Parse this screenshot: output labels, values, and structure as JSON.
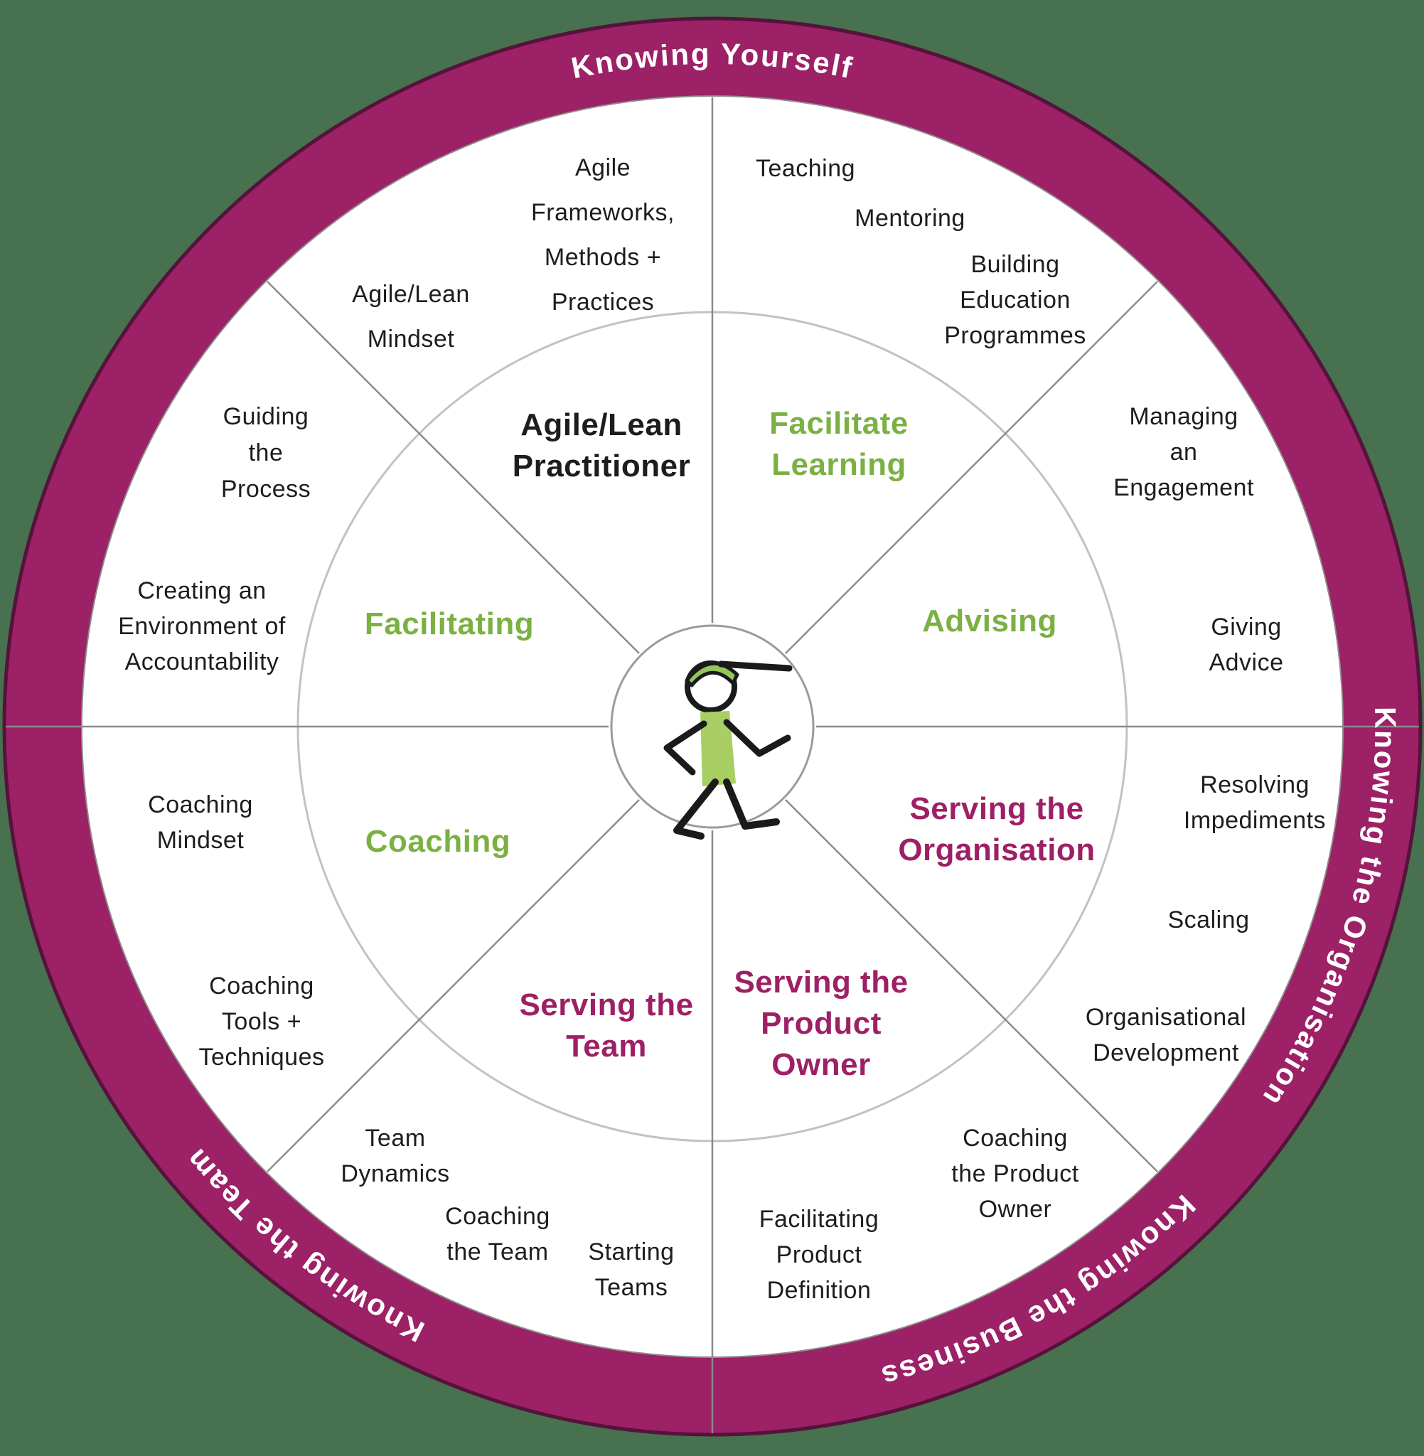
{
  "colors": {
    "background": "#47714F",
    "ring": "#9C2166",
    "ring_rim": "#55123B",
    "ring_text": "#FFFFFF",
    "role_green": "#7BB043",
    "role_magenta": "#9E2064",
    "text_black": "#1D1D1D",
    "line_gray": "#8D8D8D",
    "figure_cap_green": "#97C45C",
    "figure_torso_green": "#A8CE64"
  },
  "wheel": {
    "ring_labels": [
      {
        "name": "knowing-yourself",
        "text": "Knowing Yourself"
      },
      {
        "name": "knowing-the-organisation",
        "text": "Knowing the Organisation"
      },
      {
        "name": "knowing-the-business",
        "text": "Knowing the Business"
      },
      {
        "name": "knowing-the-team",
        "text": "Knowing the Team"
      }
    ],
    "roles": [
      {
        "name": "agile-lean-practitioner",
        "lines": [
          "Agile/Lean",
          "Practitioner"
        ],
        "color": "#1D1D1D"
      },
      {
        "name": "facilitate-learning",
        "lines": [
          "Facilitate",
          "Learning"
        ],
        "color": "#7BB043"
      },
      {
        "name": "facilitating",
        "lines": [
          "Facilitating"
        ],
        "color": "#7BB043"
      },
      {
        "name": "advising",
        "lines": [
          "Advising"
        ],
        "color": "#7BB043"
      },
      {
        "name": "coaching",
        "lines": [
          "Coaching"
        ],
        "color": "#7BB043"
      },
      {
        "name": "serving-the-organisation",
        "lines": [
          "Serving the",
          "Organisation"
        ],
        "color": "#9E2064"
      },
      {
        "name": "serving-the-team",
        "lines": [
          "Serving the",
          "Team"
        ],
        "color": "#9E2064"
      },
      {
        "name": "serving-the-product-owner",
        "lines": [
          "Serving the",
          "Product",
          "Owner"
        ],
        "color": "#9E2064"
      }
    ],
    "skills": [
      {
        "name": "agile-frameworks-methods-practices",
        "lines": [
          "Agile",
          "Frameworks,",
          "Methods +",
          "Practices"
        ]
      },
      {
        "name": "agile-lean-mindset",
        "lines": [
          "Agile/Lean",
          "Mindset"
        ]
      },
      {
        "name": "guiding-the-process",
        "lines": [
          "Guiding",
          "the",
          "Process"
        ]
      },
      {
        "name": "creating-environment-accountability",
        "lines": [
          "Creating an",
          "Environment of",
          "Accountability"
        ]
      },
      {
        "name": "teaching",
        "lines": [
          "Teaching"
        ]
      },
      {
        "name": "mentoring",
        "lines": [
          "Mentoring"
        ]
      },
      {
        "name": "building-education-programmes",
        "lines": [
          "Building",
          "Education",
          "Programmes"
        ]
      },
      {
        "name": "managing-an-engagement",
        "lines": [
          "Managing",
          "an",
          "Engagement"
        ]
      },
      {
        "name": "giving-advice",
        "lines": [
          "Giving",
          "Advice"
        ]
      },
      {
        "name": "resolving-impediments",
        "lines": [
          "Resolving",
          "Impediments"
        ]
      },
      {
        "name": "scaling",
        "lines": [
          "Scaling"
        ]
      },
      {
        "name": "organisational-development",
        "lines": [
          "Organisational",
          "Development"
        ]
      },
      {
        "name": "coaching-the-product-owner",
        "lines": [
          "Coaching",
          "the Product",
          "Owner"
        ]
      },
      {
        "name": "facilitating-product-definition",
        "lines": [
          "Facilitating",
          "Product",
          "Definition"
        ]
      },
      {
        "name": "team-dynamics",
        "lines": [
          "Team",
          "Dynamics"
        ]
      },
      {
        "name": "coaching-the-team",
        "lines": [
          "Coaching",
          "the Team"
        ]
      },
      {
        "name": "starting-teams",
        "lines": [
          "Starting",
          "Teams"
        ]
      },
      {
        "name": "coaching-mindset",
        "lines": [
          "Coaching",
          "Mindset"
        ]
      },
      {
        "name": "coaching-tools-techniques",
        "lines": [
          "Coaching",
          "Tools +",
          "Techniques"
        ]
      }
    ]
  }
}
